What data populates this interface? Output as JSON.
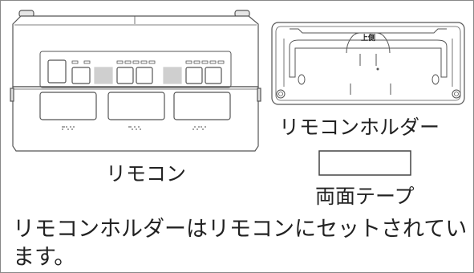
{
  "labels": {
    "remote": "リモコン",
    "holder": "リモコンホルダー",
    "holder_top": "上側",
    "tape": "両面テープ"
  },
  "note": "リモコンホルダーはリモコンにセットされています。",
  "colors": {
    "line": "#555555",
    "accent_gray": "#cfcfcf",
    "frame": "#888888"
  },
  "icons": {
    "remote": "remote-control-illustration",
    "holder": "remote-holder-illustration",
    "tape": "double-sided-tape-rectangle"
  }
}
